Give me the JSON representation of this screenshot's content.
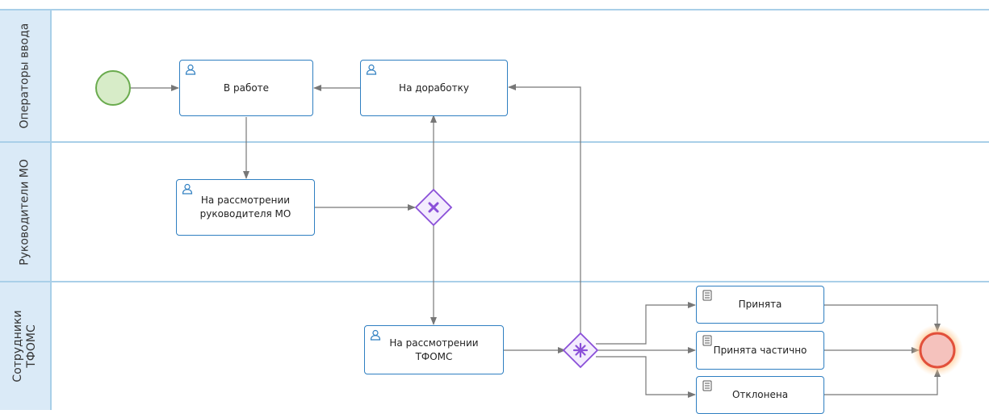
{
  "lanes": [
    {
      "label": "Операторы ввода"
    },
    {
      "label": "Руководители МО"
    },
    {
      "label": "Сотрудники ТФОМС"
    }
  ],
  "tasks": {
    "in_work": {
      "label": "В работе",
      "icon": "user-icon"
    },
    "rework": {
      "label": "На доработку",
      "icon": "user-icon"
    },
    "review_mo": {
      "label": "На рассмотрении руководителя МО",
      "icon": "user-icon"
    },
    "review_tfoms": {
      "label": "На рассмотрении ТФОМС",
      "icon": "user-icon"
    },
    "accepted": {
      "label": "Принята",
      "icon": "script-icon"
    },
    "partially": {
      "label": "Принята частично",
      "icon": "script-icon"
    },
    "rejected": {
      "label": "Отклонена",
      "icon": "script-icon"
    }
  },
  "gateways": {
    "exclusive": {
      "type": "exclusive",
      "icon": "x-icon"
    },
    "complex": {
      "type": "complex",
      "icon": "asterisk-icon"
    }
  },
  "events": {
    "start": {
      "type": "start"
    },
    "end": {
      "type": "end"
    }
  },
  "colors": {
    "task_border": "#2f7fc1",
    "lane_header": "#daeaf7",
    "lane_border": "#a9cfe8",
    "gateway": "#8a4fd8",
    "start_fill": "#d7ecc8",
    "start_stroke": "#6aab4e",
    "end_fill": "#f5c2bd",
    "end_stroke": "#e2503b",
    "flow": "#777777"
  }
}
